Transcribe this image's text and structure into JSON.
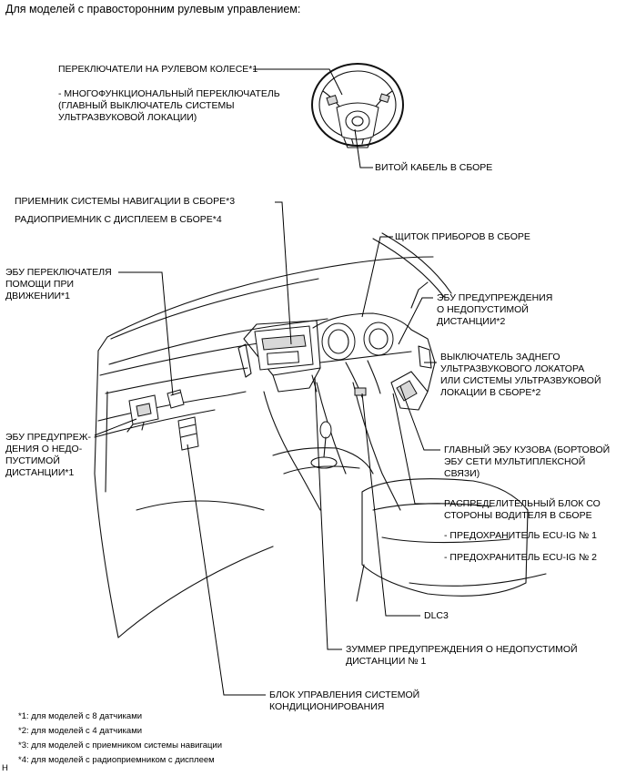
{
  "title": "Для моделей с правосторонним рулевым управлением:",
  "labels": {
    "steering_switches": "ПЕРЕКЛЮЧАТЕЛИ НА РУЛЕВОМ КОЛЕСЕ*1",
    "multifunction_switch": "- МНОГОФУНКЦИОНАЛЬНЫЙ ПЕРЕКЛЮЧАТЕЛЬ\n(ГЛАВНЫЙ ВЫКЛЮЧАТЕЛЬ СИСТЕМЫ\nУЛЬТРАЗВУКОВОЙ ЛОКАЦИИ)",
    "spiral_cable": "ВИТОЙ КАБЕЛЬ В СБОРЕ",
    "navigation_receiver": "ПРИЕМНИК СИСТЕМЫ НАВИГАЦИИ В СБОРЕ*3",
    "radio_receiver": "РАДИОПРИЕМНИК С ДИСПЛЕЕМ В СБОРЕ*4",
    "combination_meter": "ЩИТОК ПРИБОРОВ В СБОРЕ",
    "driving_support_ecu": "ЭБУ ПЕРЕКЛЮЧАТЕЛЯ\nПОМОЩИ ПРИ\nДВИЖЕНИИ*1",
    "clearance_warning_ecu_2": "ЭБУ ПРЕДУПРЕЖДЕНИЯ\nО НЕДОПУСТИМОЙ\nДИСТАНЦИИ*2",
    "rear_sonar_switch": "ВЫКЛЮЧАТЕЛЬ ЗАДНЕГО\nУЛЬТРАЗВУКОВОГО ЛОКАТОРА\nИЛИ СИСТЕМЫ УЛЬТРАЗВУКОВОЙ\nЛОКАЦИИ В СБОРЕ*2",
    "clearance_warning_ecu_1": "ЭБУ ПРЕДУПРЕЖ-\nДЕНИЯ О НЕДО-\nПУСТИМОЙ\nДИСТАНЦИИ*1",
    "main_body_ecu": "ГЛАВНЫЙ ЭБУ КУЗОВА (БОРТОВОЙ\nЭБУ СЕТИ МУЛЬТИПЛЕКСНОЙ\nСВЯЗИ)",
    "junction_block": "РАСПРЕДЕЛИТЕЛЬНЫЙ БЛОК СО\nСТОРОНЫ ВОДИТЕЛЯ В СБОРЕ",
    "fuse_1": "- ПРЕДОХРАНИТЕЛЬ ECU-IG № 1",
    "fuse_2": "- ПРЕДОХРАНИТЕЛЬ ECU-IG № 2",
    "dlc3": "DLC3",
    "buzzer": "ЗУММЕР ПРЕДУПРЕЖДЕНИЯ О НЕДОПУСТИМОЙ\nДИСТАНЦИИ № 1",
    "ac_amplifier": "БЛОК УПРАВЛЕНИЯ СИСТЕМОЙ\nКОНДИЦИОНИРОВАНИЯ"
  },
  "footnotes": [
    "*1: для моделей с 8 датчиками",
    "*2: для моделей с 4 датчиками",
    "*3: для моделей с приемником системы навигации",
    "*4: для моделей с радиоприемником с дисплеем"
  ],
  "corner_mark": "H"
}
